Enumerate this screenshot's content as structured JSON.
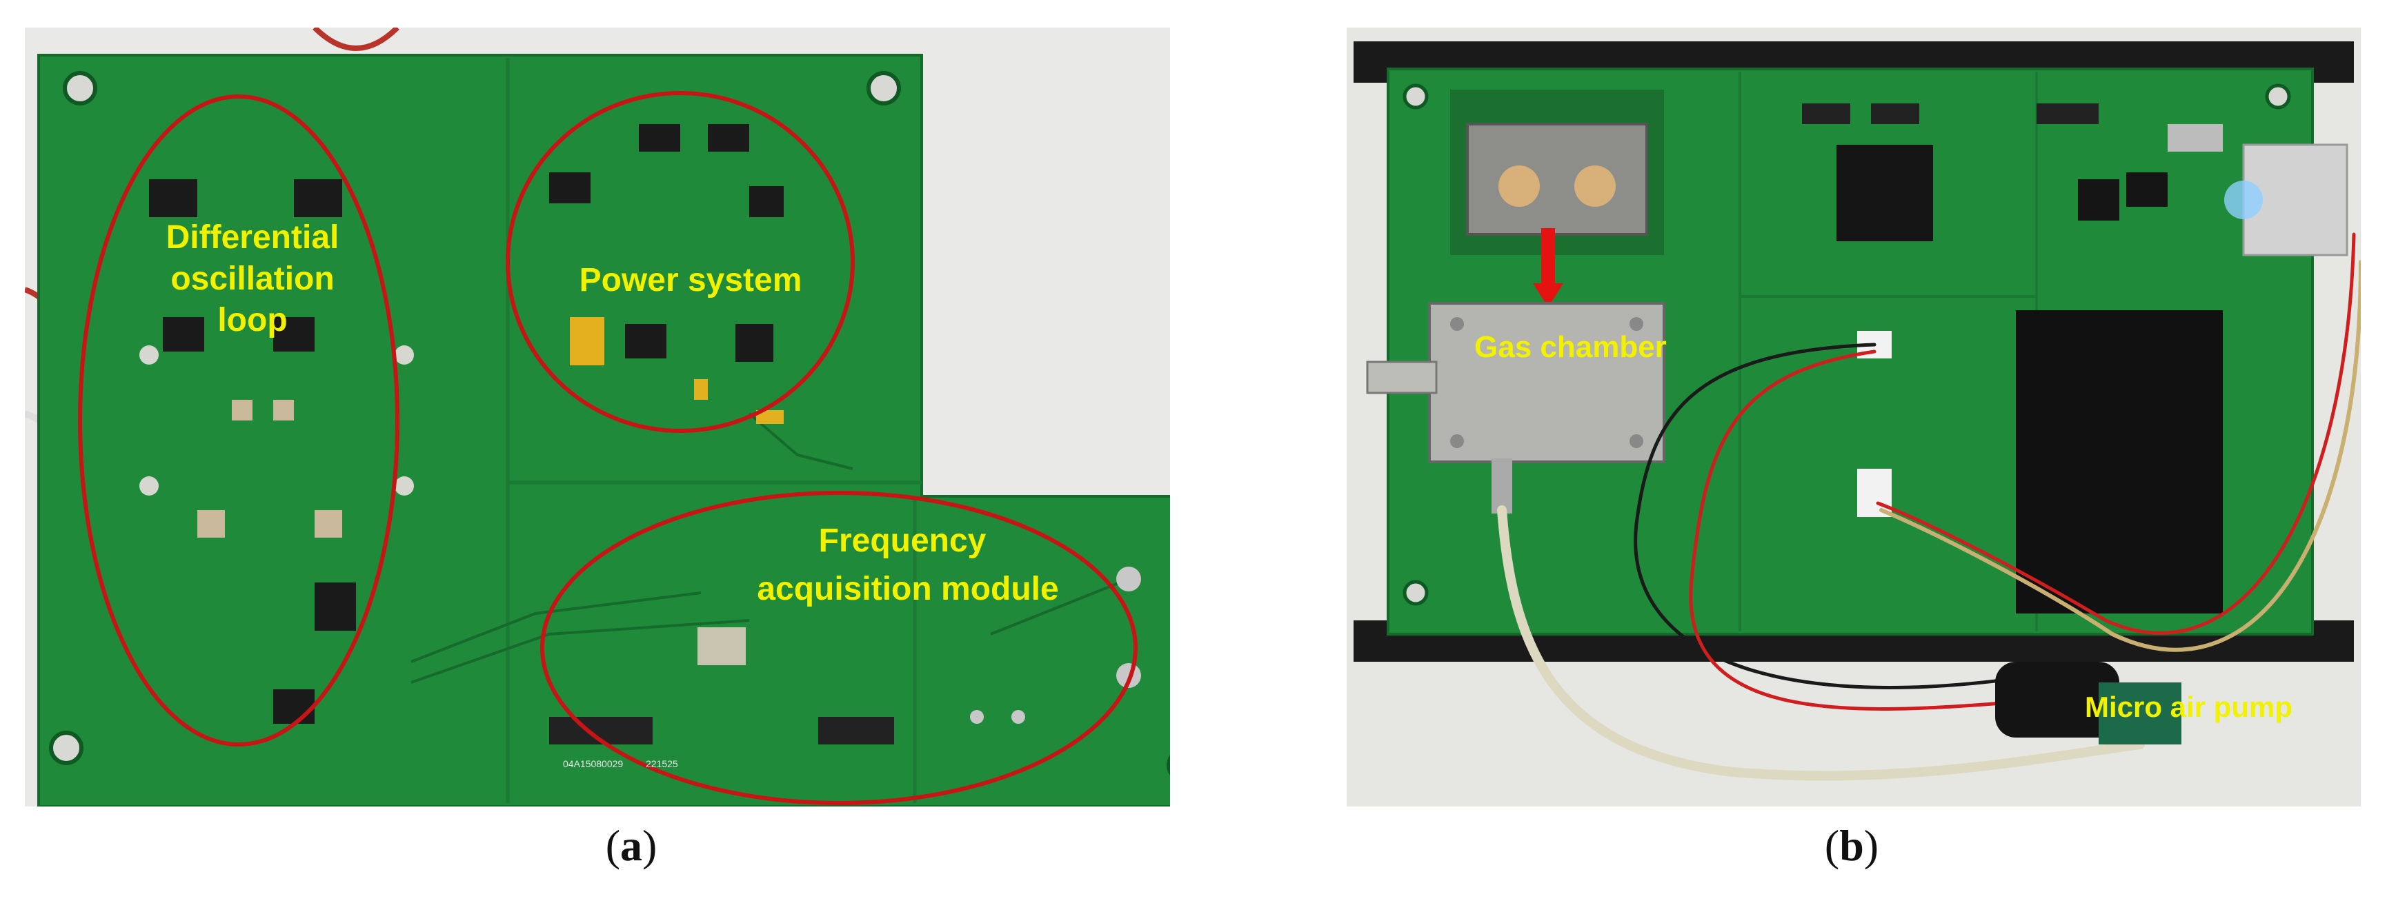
{
  "figure": {
    "panel_a": {
      "labels": {
        "differential_1": "Differential",
        "differential_2": "oscillation",
        "differential_3": "loop",
        "power": "Power system",
        "frequency_1": "Frequency",
        "frequency_2": "acquisition module",
        "silk_serial": "04A15080029",
        "silk_date": "221525"
      },
      "caption_letter": "a"
    },
    "panel_b": {
      "labels": {
        "gas_chamber": "Gas chamber",
        "micro_air_pump": "Micro air pump"
      },
      "caption_letter": "b"
    },
    "colors": {
      "pcb_green": "#1f8a3a",
      "annotation_red": "#c81414",
      "label_yellow": "#f2f200"
    }
  }
}
